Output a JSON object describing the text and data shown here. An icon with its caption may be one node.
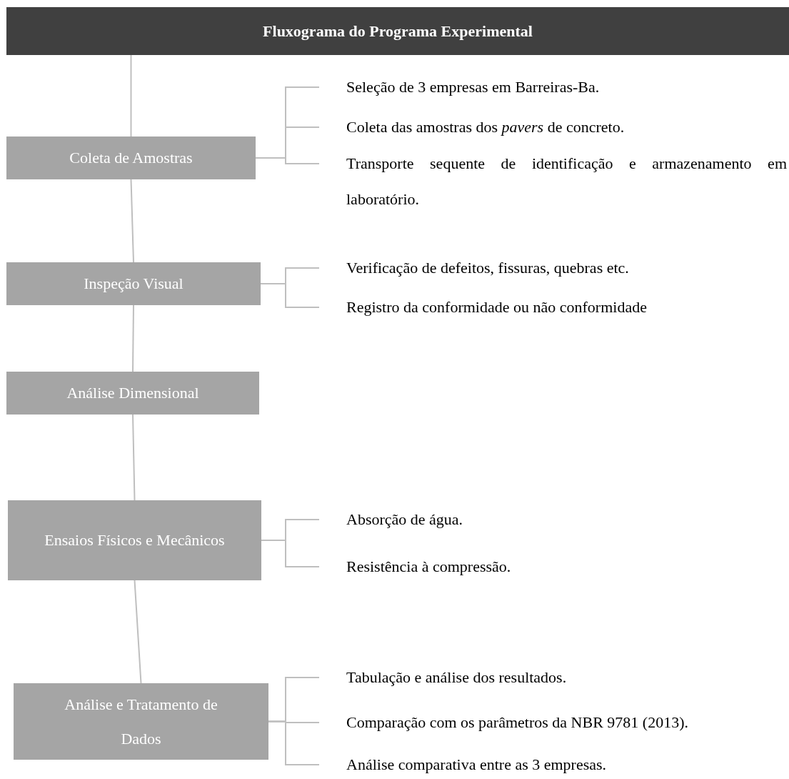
{
  "diagram": {
    "nodes": [
      {
        "text": [
          "Fluxograma do Programa Experimental"
        ]
      },
      {
        "text": [
          "Coleta de Amostras"
        ]
      },
      {
        "text": [
          "Seleção de 3 empresas em Barreiras-Ba."
        ]
      },
      {
        "text": [
          "Coleta das amostras dos *pavers* de concreto."
        ]
      },
      {
        "text": [
          "Transporte sequente de identificação e armazenamento em laboratório."
        ]
      },
      {
        "text": [
          "Inspeção Visual"
        ]
      },
      {
        "text": [
          "Verificação de defeitos, fissuras, quebras etc."
        ]
      },
      {
        "text": [
          "Registro da conformidade ou não conformidade"
        ]
      },
      {
        "text": [
          "Análise Dimensional"
        ]
      },
      {
        "text": [
          "Ensaios Físicos e Mecânicos"
        ]
      },
      {
        "text": [
          "Absorção de água."
        ]
      },
      {
        "text": [
          "Resistência à compressão."
        ]
      },
      {
        "text": [
          "Análise e Tratamento de Dados"
        ]
      },
      {
        "text": [
          "Tabulação e análise dos resultados."
        ]
      },
      {
        "text": [
          "Comparação com os parâmetros da NBR 9781 (2013)."
        ]
      },
      {
        "text": [
          "Análise comparativa entre as 3 empresas."
        ]
      }
    ],
    "edges": [
      {
        "from": 0,
        "to": 1,
        "arrow": "none"
      },
      {
        "from": 1,
        "to": 5,
        "arrow": "none"
      },
      {
        "from": 5,
        "to": 8,
        "arrow": "none"
      },
      {
        "from": 8,
        "to": 9,
        "arrow": "none"
      },
      {
        "from": 9,
        "to": 12,
        "arrow": "none"
      },
      {
        "from": 1,
        "to": 2,
        "arrow": "none"
      },
      {
        "from": 1,
        "to": 3,
        "arrow": "none"
      },
      {
        "from": 1,
        "to": 4,
        "arrow": "none"
      },
      {
        "from": 5,
        "to": 6,
        "arrow": "none"
      },
      {
        "from": 5,
        "to": 7,
        "arrow": "none"
      },
      {
        "from": 9,
        "to": 10,
        "arrow": "none"
      },
      {
        "from": 9,
        "to": 11,
        "arrow": "none"
      },
      {
        "from": 12,
        "to": 13,
        "arrow": "none"
      },
      {
        "from": 12,
        "to": 14,
        "arrow": "none"
      },
      {
        "from": 12,
        "to": 15,
        "arrow": "none"
      }
    ]
  }
}
